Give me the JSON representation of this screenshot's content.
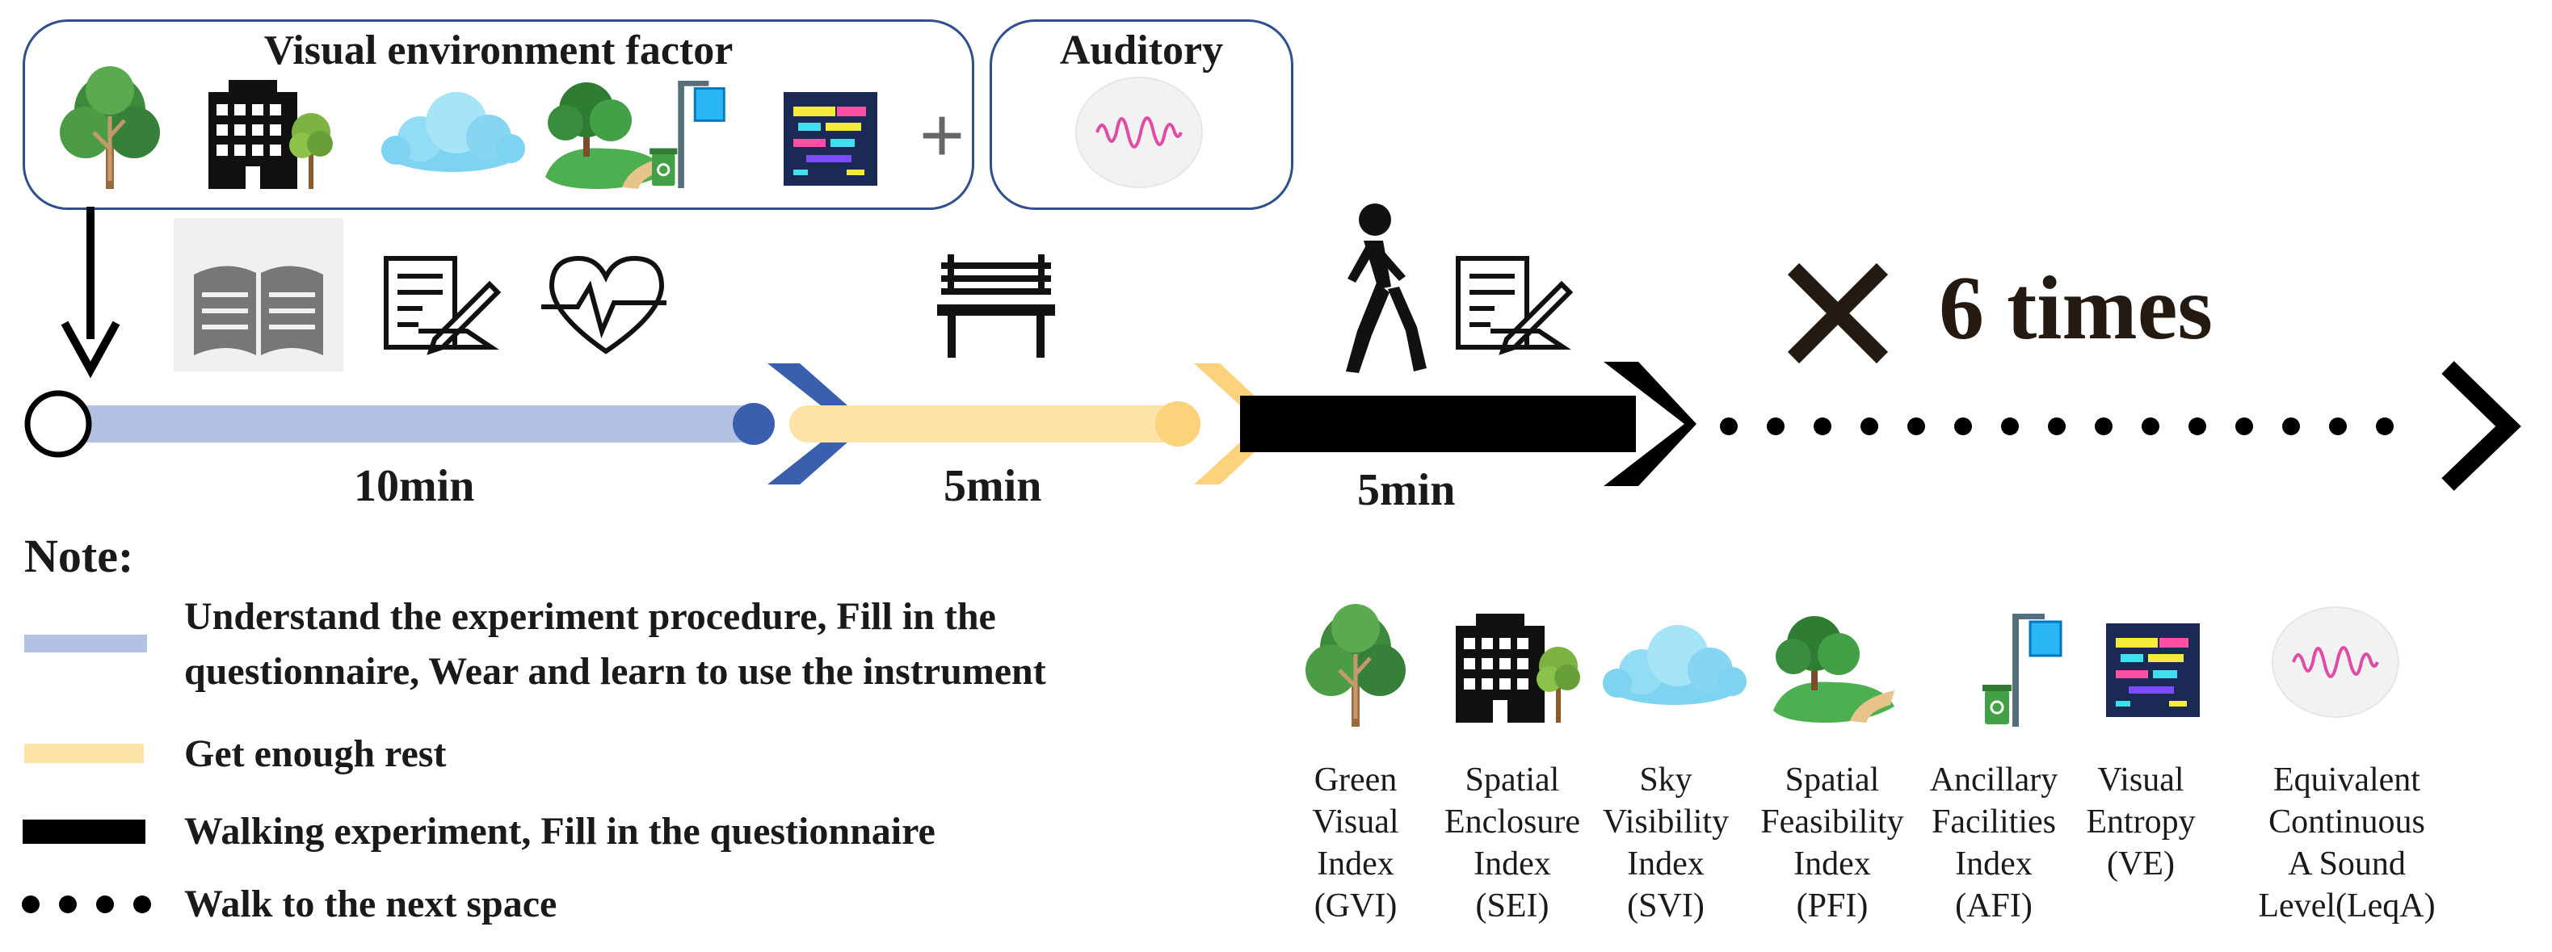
{
  "visual_box": {
    "title": "Visual environment factor"
  },
  "auditory_box": {
    "title": "Auditory"
  },
  "plus_sign": "+",
  "timeline": {
    "segments": [
      {
        "duration": "10min",
        "color": "#b3c1e2"
      },
      {
        "duration": "5min",
        "color": "#fde3a8"
      },
      {
        "duration": "5min",
        "color": "#000000"
      }
    ],
    "repeat_label": "6 times"
  },
  "note": {
    "title": "Note:",
    "items": [
      {
        "style": "blue-bar",
        "lines": [
          "Understand the experiment procedure, Fill in the",
          "questionnaire, Wear and learn to use the instrument"
        ]
      },
      {
        "style": "yellow-bar",
        "lines": [
          "Get enough rest"
        ]
      },
      {
        "style": "black-bar",
        "lines": [
          "Walking experiment,  Fill in the questionnaire"
        ]
      },
      {
        "style": "dots",
        "lines": [
          "Walk to the next space"
        ]
      }
    ]
  },
  "indicators": [
    {
      "icon": "tree-icon",
      "lines": [
        "Green",
        "Visual",
        "Index",
        "(GVI)"
      ]
    },
    {
      "icon": "building-icon",
      "lines": [
        "Spatial",
        "Enclosure",
        "Index",
        "(SEI)"
      ]
    },
    {
      "icon": "cloud-icon",
      "lines": [
        "Sky",
        "Visibility",
        "Index",
        "(SVI)"
      ]
    },
    {
      "icon": "park-path-icon",
      "lines": [
        "Spatial",
        "Feasibility",
        "Index",
        "(PFI)"
      ]
    },
    {
      "icon": "street-facilities-icon",
      "lines": [
        "Ancillary",
        "Facilities",
        "Index",
        "(AFI)"
      ]
    },
    {
      "icon": "visual-entropy-icon",
      "lines": [
        "Visual",
        "Entropy",
        "(VE)"
      ]
    },
    {
      "icon": "sound-wave-icon",
      "lines": [
        "Equivalent",
        "Continuous",
        "A Sound",
        "Level(LeqA)"
      ]
    }
  ],
  "colors": {
    "box_border": "#2f4f8f",
    "blue_chevron": "#3a5fae",
    "yellow_chevron": "#fcd27a",
    "text": "#1a1a1a"
  }
}
